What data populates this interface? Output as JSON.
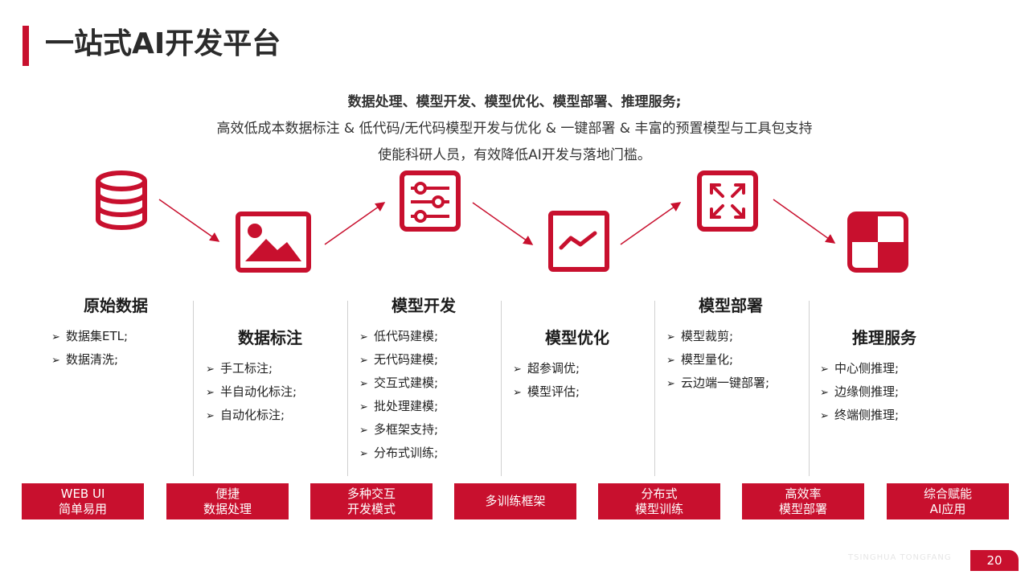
{
  "title": "一站式AI开发平台",
  "intro": {
    "line1": "数据处理、模型开发、模型优化、模型部署、推理服务;",
    "line2": "高效低成本数据标注 & 低代码/无代码模型开发与优化 & 一键部署 & 丰富的预置模型与工具包支持",
    "line3": "使能科研人员，有效降低AI开发与落地门槛。"
  },
  "icons": [
    "database-icon",
    "image-icon",
    "sliders-icon",
    "trend-chart-icon",
    "expand-icon",
    "quadrant-icon"
  ],
  "accent_color": "#c8102e",
  "columns": [
    {
      "title": "原始数据",
      "items": [
        "数据集ETL;",
        "数据清洗;"
      ]
    },
    {
      "title": "数据标注",
      "items": [
        "手工标注;",
        "半自动化标注;",
        "自动化标注;"
      ]
    },
    {
      "title": "模型开发",
      "items": [
        "低代码建模;",
        "无代码建模;",
        "交互式建模;",
        "批处理建模;",
        "多框架支持;",
        "分布式训练;"
      ]
    },
    {
      "title": "模型优化",
      "items": [
        "超参调优;",
        "模型评估;"
      ]
    },
    {
      "title": "模型部署",
      "items": [
        "模型裁剪;",
        "模型量化;",
        "云边端一键部署;"
      ]
    },
    {
      "title": "推理服务",
      "items": [
        "中心侧推理;",
        "边缘侧推理;",
        "终端侧推理;"
      ]
    }
  ],
  "bullet": "➢",
  "tags": [
    {
      "line1": "WEB UI",
      "line2": "简单易用"
    },
    {
      "line1": "便捷",
      "line2": "数据处理"
    },
    {
      "line1": "多种交互",
      "line2": "开发模式"
    },
    {
      "line1": "多训练框架",
      "line2": ""
    },
    {
      "line1": "分布式",
      "line2": "模型训练"
    },
    {
      "line1": "高效率",
      "line2": "模型部署"
    },
    {
      "line1": "综合赋能",
      "line2": "AI应用"
    }
  ],
  "footer_text": "TSINGHUA  TONGFANG",
  "page_number": "20"
}
